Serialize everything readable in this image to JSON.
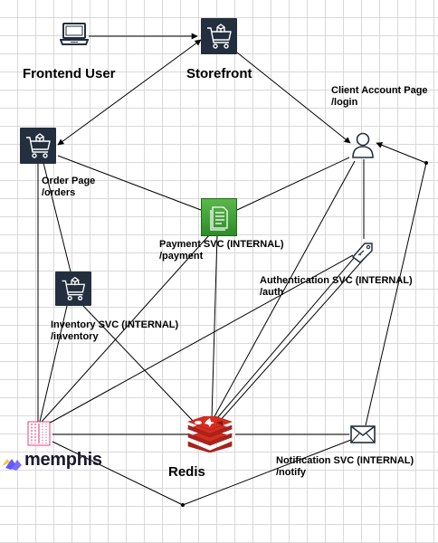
{
  "diagram": {
    "nodes": {
      "frontend_user": {
        "label": "Frontend User",
        "icon": "laptop-icon"
      },
      "storefront": {
        "label": "Storefront",
        "icon": "cart-icon"
      },
      "client_account": {
        "label_line1": "Client Account Page",
        "label_line2": "/login",
        "icon": "user-icon"
      },
      "order_page": {
        "label_line1": "Order Page",
        "label_line2": "/orders",
        "icon": "cart-icon"
      },
      "payment_svc": {
        "label_line1": "Payment SVC  (INTERNAL)",
        "label_line2": "/payment",
        "icon": "document-icon"
      },
      "auth_svc": {
        "label_line1": "Authentication SVC (INTERNAL)",
        "label_line2": "/auth",
        "icon": "key-tag-icon"
      },
      "inventory_svc": {
        "label_line1": "Inventory SVC (INTERNAL)",
        "label_line2": "/inventory",
        "icon": "cart-icon"
      },
      "memphis": {
        "label": "memphis",
        "icon": "memphis-logo-icon"
      },
      "redis": {
        "label": "Redis",
        "icon": "redis-icon"
      },
      "notification_svc": {
        "label_line1": "Notification SVC (INTERNAL)",
        "label_line2": "/notify",
        "icon": "envelope-icon"
      }
    },
    "colors": {
      "aws_tile": "#232f3e",
      "payment_green": "#3c9d34",
      "redis_red": "#d82c20",
      "memphis_pink": "#e0457b",
      "memphis_purple": "#6557ff",
      "memphis_yellow": "#ffc633",
      "grid": "#d9d9d9",
      "edge": "#000000"
    }
  }
}
